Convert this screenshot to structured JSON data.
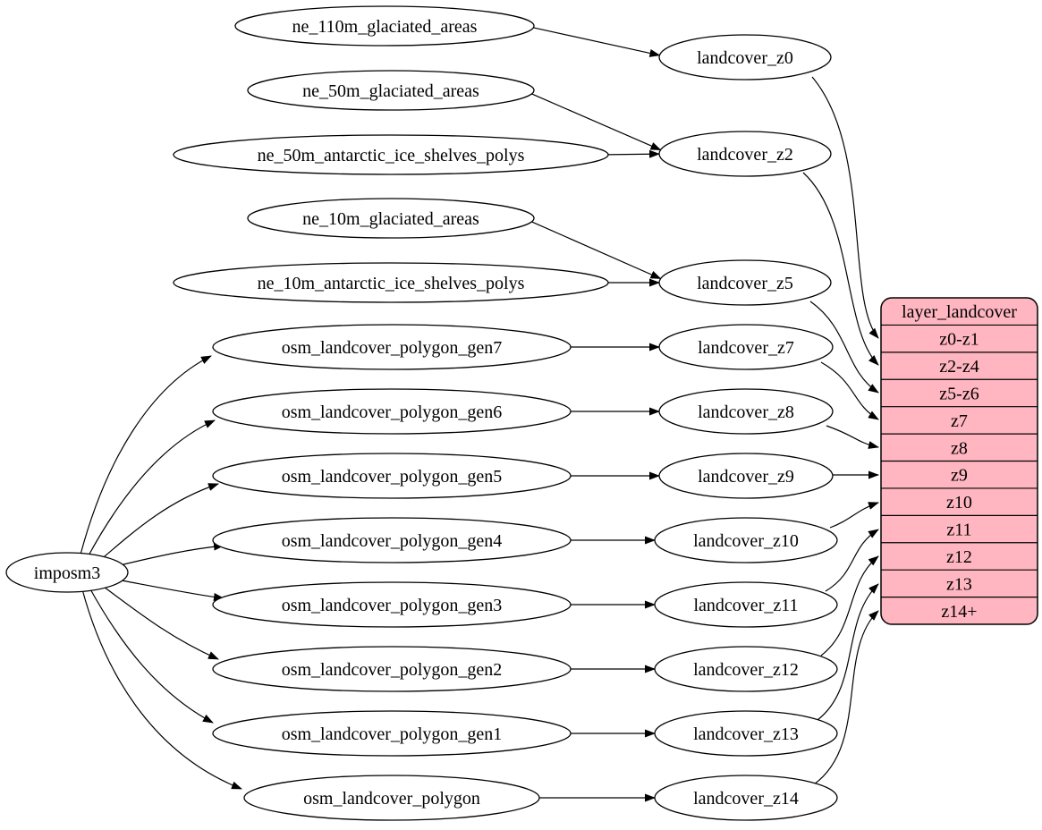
{
  "diagram": {
    "background": "#ffffff",
    "node_fill": "#ffffff",
    "node_stroke": "#000000",
    "edge_color": "#000000",
    "text_color": "#000000"
  },
  "nodes": [
    {
      "id": "imposm3",
      "label": "imposm3"
    },
    {
      "id": "ne_110m_glaciated_areas",
      "label": "ne_110m_glaciated_areas"
    },
    {
      "id": "ne_50m_glaciated_areas",
      "label": "ne_50m_glaciated_areas"
    },
    {
      "id": "ne_50m_antarctic_ice_shelves_polys",
      "label": "ne_50m_antarctic_ice_shelves_polys"
    },
    {
      "id": "ne_10m_glaciated_areas",
      "label": "ne_10m_glaciated_areas"
    },
    {
      "id": "ne_10m_antarctic_ice_shelves_polys",
      "label": "ne_10m_antarctic_ice_shelves_polys"
    },
    {
      "id": "osm_landcover_polygon_gen7",
      "label": "osm_landcover_polygon_gen7"
    },
    {
      "id": "osm_landcover_polygon_gen6",
      "label": "osm_landcover_polygon_gen6"
    },
    {
      "id": "osm_landcover_polygon_gen5",
      "label": "osm_landcover_polygon_gen5"
    },
    {
      "id": "osm_landcover_polygon_gen4",
      "label": "osm_landcover_polygon_gen4"
    },
    {
      "id": "osm_landcover_polygon_gen3",
      "label": "osm_landcover_polygon_gen3"
    },
    {
      "id": "osm_landcover_polygon_gen2",
      "label": "osm_landcover_polygon_gen2"
    },
    {
      "id": "osm_landcover_polygon_gen1",
      "label": "osm_landcover_polygon_gen1"
    },
    {
      "id": "osm_landcover_polygon",
      "label": "osm_landcover_polygon"
    },
    {
      "id": "landcover_z0",
      "label": "landcover_z0"
    },
    {
      "id": "landcover_z2",
      "label": "landcover_z2"
    },
    {
      "id": "landcover_z5",
      "label": "landcover_z5"
    },
    {
      "id": "landcover_z7",
      "label": "landcover_z7"
    },
    {
      "id": "landcover_z8",
      "label": "landcover_z8"
    },
    {
      "id": "landcover_z9",
      "label": "landcover_z9"
    },
    {
      "id": "landcover_z10",
      "label": "landcover_z10"
    },
    {
      "id": "landcover_z11",
      "label": "landcover_z11"
    },
    {
      "id": "landcover_z12",
      "label": "landcover_z12"
    },
    {
      "id": "landcover_z13",
      "label": "landcover_z13"
    },
    {
      "id": "landcover_z14",
      "label": "landcover_z14"
    }
  ],
  "table": {
    "id": "layer_landcover",
    "title": "layer_landcover",
    "fill": "#ffb6c1",
    "rows": [
      "z0-z1",
      "z2-z4",
      "z5-z6",
      "z7",
      "z8",
      "z9",
      "z10",
      "z11",
      "z12",
      "z13",
      "z14+"
    ]
  },
  "edges": [
    {
      "from": "imposm3",
      "to": "osm_landcover_polygon_gen7"
    },
    {
      "from": "imposm3",
      "to": "osm_landcover_polygon_gen6"
    },
    {
      "from": "imposm3",
      "to": "osm_landcover_polygon_gen5"
    },
    {
      "from": "imposm3",
      "to": "osm_landcover_polygon_gen4"
    },
    {
      "from": "imposm3",
      "to": "osm_landcover_polygon_gen3"
    },
    {
      "from": "imposm3",
      "to": "osm_landcover_polygon_gen2"
    },
    {
      "from": "imposm3",
      "to": "osm_landcover_polygon_gen1"
    },
    {
      "from": "imposm3",
      "to": "osm_landcover_polygon"
    },
    {
      "from": "ne_110m_glaciated_areas",
      "to": "landcover_z0"
    },
    {
      "from": "ne_50m_glaciated_areas",
      "to": "landcover_z2"
    },
    {
      "from": "ne_50m_antarctic_ice_shelves_polys",
      "to": "landcover_z2"
    },
    {
      "from": "ne_10m_glaciated_areas",
      "to": "landcover_z5"
    },
    {
      "from": "ne_10m_antarctic_ice_shelves_polys",
      "to": "landcover_z5"
    },
    {
      "from": "osm_landcover_polygon_gen7",
      "to": "landcover_z7"
    },
    {
      "from": "osm_landcover_polygon_gen6",
      "to": "landcover_z8"
    },
    {
      "from": "osm_landcover_polygon_gen5",
      "to": "landcover_z9"
    },
    {
      "from": "osm_landcover_polygon_gen4",
      "to": "landcover_z10"
    },
    {
      "from": "osm_landcover_polygon_gen3",
      "to": "landcover_z11"
    },
    {
      "from": "osm_landcover_polygon_gen2",
      "to": "landcover_z12"
    },
    {
      "from": "osm_landcover_polygon_gen1",
      "to": "landcover_z13"
    },
    {
      "from": "osm_landcover_polygon",
      "to": "landcover_z14"
    },
    {
      "from": "landcover_z0",
      "to": "layer_landcover",
      "row": "z0-z1"
    },
    {
      "from": "landcover_z2",
      "to": "layer_landcover",
      "row": "z2-z4"
    },
    {
      "from": "landcover_z5",
      "to": "layer_landcover",
      "row": "z5-z6"
    },
    {
      "from": "landcover_z7",
      "to": "layer_landcover",
      "row": "z7"
    },
    {
      "from": "landcover_z8",
      "to": "layer_landcover",
      "row": "z8"
    },
    {
      "from": "landcover_z9",
      "to": "layer_landcover",
      "row": "z9"
    },
    {
      "from": "landcover_z10",
      "to": "layer_landcover",
      "row": "z10"
    },
    {
      "from": "landcover_z11",
      "to": "layer_landcover",
      "row": "z11"
    },
    {
      "from": "landcover_z12",
      "to": "layer_landcover",
      "row": "z12"
    },
    {
      "from": "landcover_z13",
      "to": "layer_landcover",
      "row": "z13"
    },
    {
      "from": "landcover_z14",
      "to": "layer_landcover",
      "row": "z14+"
    }
  ]
}
